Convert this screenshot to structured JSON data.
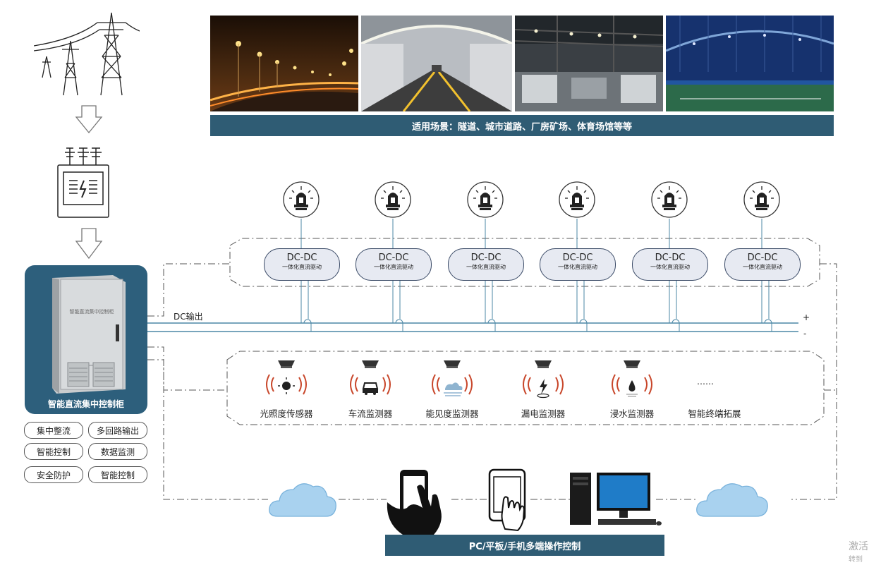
{
  "scenes_banner": "适用场景：隧道、城市道路、厂房矿场、体育场馆等等",
  "cabinet": {
    "door_text": "智能直流集中控制柜",
    "title": "智能直流集中控制柜"
  },
  "features": [
    "集中整流",
    "多回路输出",
    "智能控制",
    "数据监测",
    "安全防护",
    "智能控制"
  ],
  "drivers": [
    {
      "title": "DC-DC",
      "subtitle": "一体化直流驱动"
    },
    {
      "title": "DC-DC",
      "subtitle": "一体化直流驱动"
    },
    {
      "title": "DC-DC",
      "subtitle": "一体化直流驱动"
    },
    {
      "title": "DC-DC",
      "subtitle": "一体化直流驱动"
    },
    {
      "title": "DC-DC",
      "subtitle": "一体化直流驱动"
    },
    {
      "title": "DC-DC",
      "subtitle": "一体化直流驱动"
    }
  ],
  "dc_output_label": "DC输出",
  "plus": "+",
  "minus": "-",
  "sensors": [
    "光照度传感器",
    "车流监测器",
    "能见度监测器",
    "漏电监测器",
    "浸水监测器",
    "智能终端拓展"
  ],
  "ellipsis": "……",
  "control_banner": "PC/平板/手机多端操作控制",
  "watermark": {
    "line1": "激活",
    "line2": "转到"
  },
  "colors": {
    "accent": "#2f5c74",
    "line": "#5a8fa8",
    "alarm": "#c8462a"
  }
}
